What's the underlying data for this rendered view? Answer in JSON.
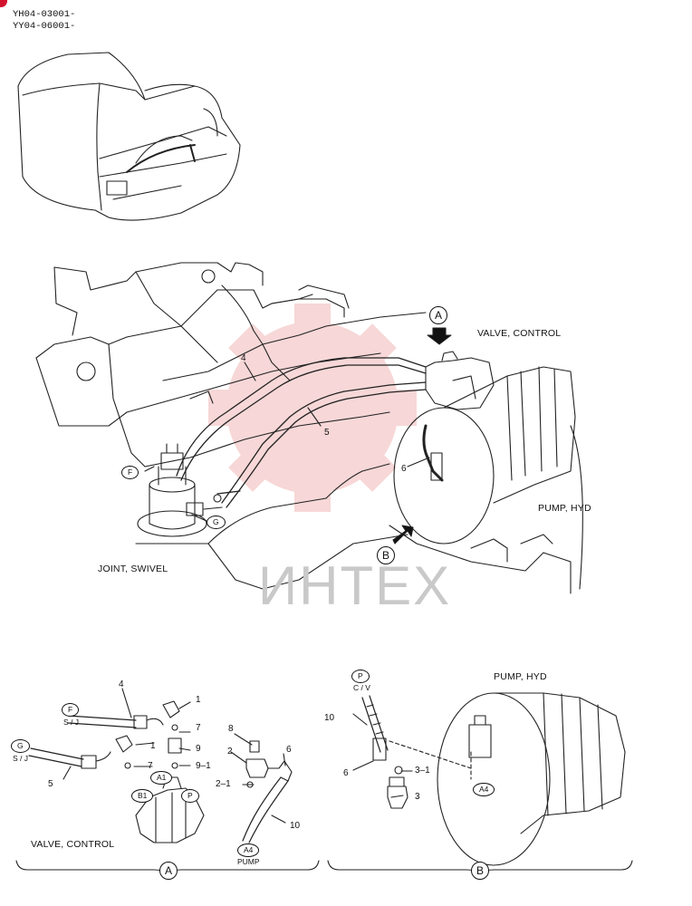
{
  "header": {
    "line1": "YH04-03001-",
    "line2": "YY04-06001-"
  },
  "watermark": {
    "text": "ИНТЕХ",
    "gear_color": "#f2b8b8"
  },
  "main": {
    "valve_control": "VALVE, CONTROL",
    "pump_hyd": "PUMP, HYD",
    "joint_swivel": "JOINT, SWIVEL",
    "view_a": "A",
    "view_b": "B",
    "port_f": "F",
    "port_g": "G",
    "n4": "4",
    "n5": "5",
    "n6": "6"
  },
  "detail_a": {
    "title": "VALVE, CONTROL",
    "view": "A",
    "f": "F",
    "f_sub": "S / J",
    "g": "G",
    "g_sub": "S / J",
    "a1": "A1",
    "b1": "B1",
    "p": "P",
    "a4": "A4",
    "a4_sub": "PUMP",
    "n4": "4",
    "n1a": "1",
    "n7a": "7",
    "n8": "8",
    "n9": "9",
    "n1b": "1",
    "n7b": "7",
    "n9_1": "9–1",
    "n2": "2",
    "n6": "6",
    "n2_1": "2–1",
    "n5": "5",
    "n10": "10"
  },
  "detail_b": {
    "title": "PUMP, HYD",
    "view": "B",
    "p": "P",
    "p_sub": "C / V",
    "a4": "A4",
    "n10": "10",
    "n6": "6",
    "n3_1": "3–1",
    "n3": "3"
  }
}
